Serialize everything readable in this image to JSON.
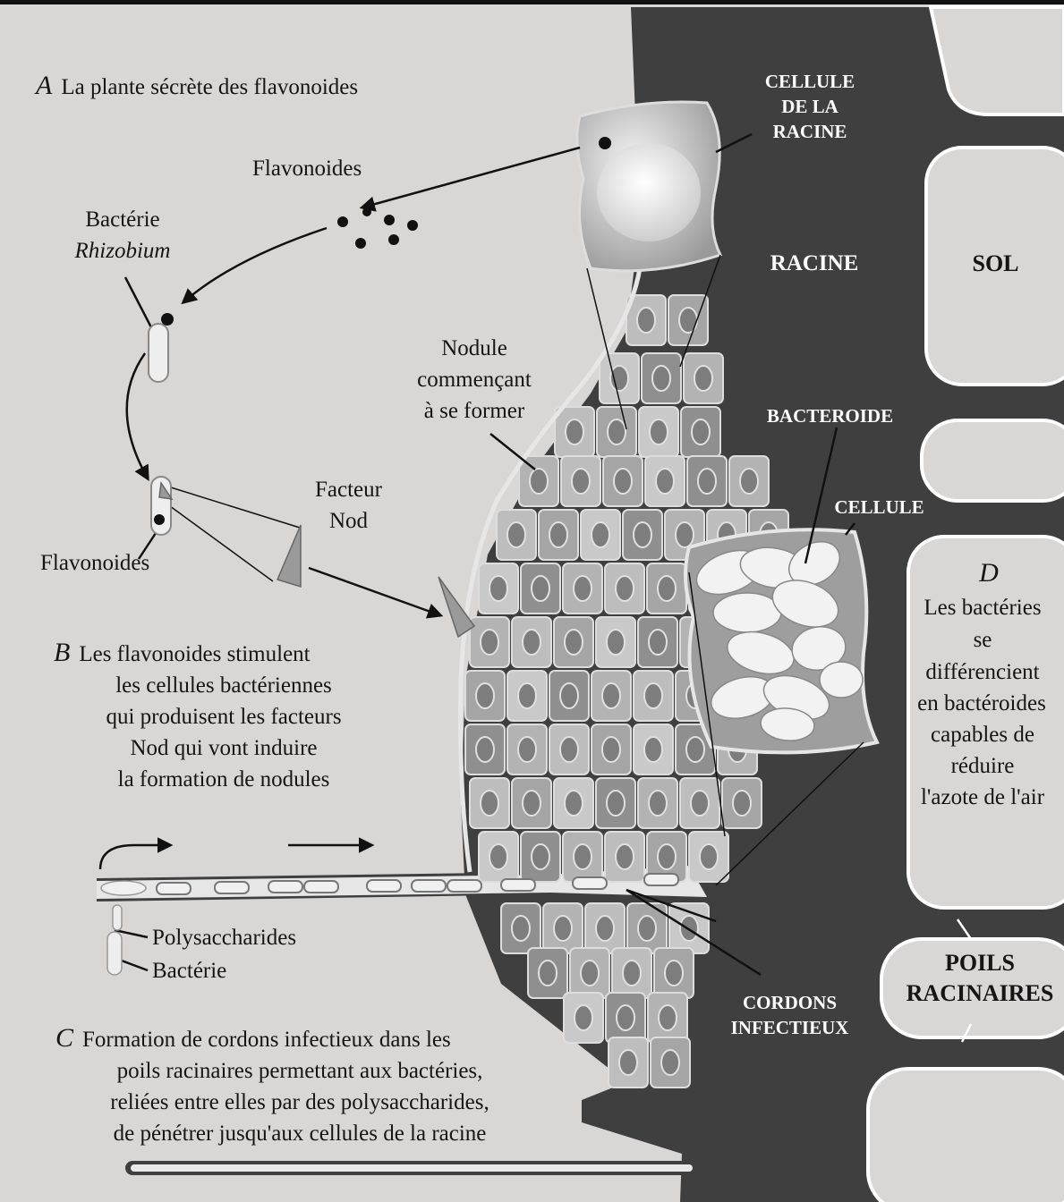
{
  "sections": {
    "a": {
      "letter": "A",
      "text": "La plante sécrète des flavonoides"
    },
    "b": {
      "letter": "B",
      "line1": "Les flavonoides stimulent",
      "line2": "les cellules bactériennes",
      "line3": "qui produisent les facteurs",
      "line4": "Nod qui vont induire",
      "line5": "la formation de nodules"
    },
    "c": {
      "letter": "C",
      "line1": "Formation de cordons infectieux dans les",
      "line2": "poils racinaires permettant aux bactéries,",
      "line3": "reliées entre elles par des polysaccharides,",
      "line4": "de pénétrer jusqu'aux cellules de la racine"
    },
    "d": {
      "letter": "D",
      "line1": "Les bactéries",
      "line2": "se",
      "line3": "différencient",
      "line4": "en bactéroides",
      "line5": "capables de",
      "line6": "réduire",
      "line7": "l'azote de l'air"
    }
  },
  "labels": {
    "flavonoides_top": "Flavonoides",
    "bacterie": "Bactérie",
    "rhizobium": "Rhizobium",
    "flavonoides_bottom": "Flavonoides",
    "facteur": "Facteur",
    "nod": "Nod",
    "nodule_1": "Nodule",
    "nodule_2": "commençant",
    "nodule_3": "à se former",
    "polysaccharides": "Polysaccharides",
    "bacterie_small": "Bactérie",
    "cellule_racine_1": "CELLULE",
    "cellule_racine_2": "DE LA",
    "cellule_racine_3": "RACINE",
    "racine": "RACINE",
    "sol": "SOL",
    "bacteroide": "BACTEROIDE",
    "cellule": "CELLULE",
    "poils_1": "POILS",
    "poils_2": "RACINAIRES",
    "cordons_1": "CORDONS",
    "cordons_2": "INFECTIEUX"
  },
  "colors": {
    "background": "#d9d6d6",
    "root_tissue": "#3f3f3f",
    "cell_light": "#ececec",
    "cell_mid": "#a9a9a9",
    "ink": "#151515",
    "label_on_dark": "#ffffff"
  }
}
